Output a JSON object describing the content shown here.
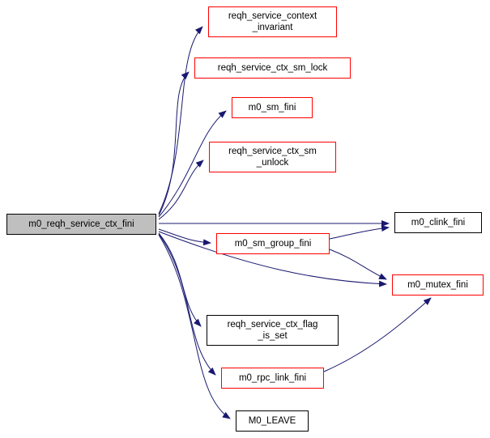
{
  "diagram": {
    "type": "call-graph",
    "root_function": "m0_reqh_service_ctx_fini"
  },
  "colors": {
    "edge": "#191970",
    "highlight_border": "#ff0000",
    "default_border": "#000000",
    "root_fill": "#bfbfbf",
    "background": "#ffffff"
  },
  "nodes": {
    "main": {
      "label": "m0_reqh_service_ctx_fini"
    },
    "invariant": {
      "label": "reqh_service_context\n_invariant"
    },
    "sm_lock": {
      "label": "reqh_service_ctx_sm_lock"
    },
    "sm_fini": {
      "label": "m0_sm_fini"
    },
    "sm_unlock": {
      "label": "reqh_service_ctx_sm\n_unlock"
    },
    "clink_fini": {
      "label": "m0_clink_fini"
    },
    "sm_group_fini": {
      "label": "m0_sm_group_fini"
    },
    "mutex_fini": {
      "label": "m0_mutex_fini"
    },
    "flag_is_set": {
      "label": "reqh_service_ctx_flag\n_is_set"
    },
    "rpc_link_fini": {
      "label": "m0_rpc_link_fini"
    },
    "m0_leave": {
      "label": "M0_LEAVE"
    }
  },
  "edges": [
    {
      "from": "m0_reqh_service_ctx_fini",
      "to": "reqh_service_context_invariant"
    },
    {
      "from": "m0_reqh_service_ctx_fini",
      "to": "reqh_service_ctx_sm_lock"
    },
    {
      "from": "m0_reqh_service_ctx_fini",
      "to": "m0_sm_fini"
    },
    {
      "from": "m0_reqh_service_ctx_fini",
      "to": "reqh_service_ctx_sm_unlock"
    },
    {
      "from": "m0_reqh_service_ctx_fini",
      "to": "m0_clink_fini"
    },
    {
      "from": "m0_reqh_service_ctx_fini",
      "to": "m0_sm_group_fini"
    },
    {
      "from": "m0_reqh_service_ctx_fini",
      "to": "m0_mutex_fini"
    },
    {
      "from": "m0_reqh_service_ctx_fini",
      "to": "reqh_service_ctx_flag_is_set"
    },
    {
      "from": "m0_reqh_service_ctx_fini",
      "to": "m0_rpc_link_fini"
    },
    {
      "from": "m0_reqh_service_ctx_fini",
      "to": "M0_LEAVE"
    },
    {
      "from": "m0_sm_group_fini",
      "to": "m0_clink_fini"
    },
    {
      "from": "m0_sm_group_fini",
      "to": "m0_mutex_fini"
    },
    {
      "from": "m0_rpc_link_fini",
      "to": "m0_mutex_fini"
    }
  ]
}
